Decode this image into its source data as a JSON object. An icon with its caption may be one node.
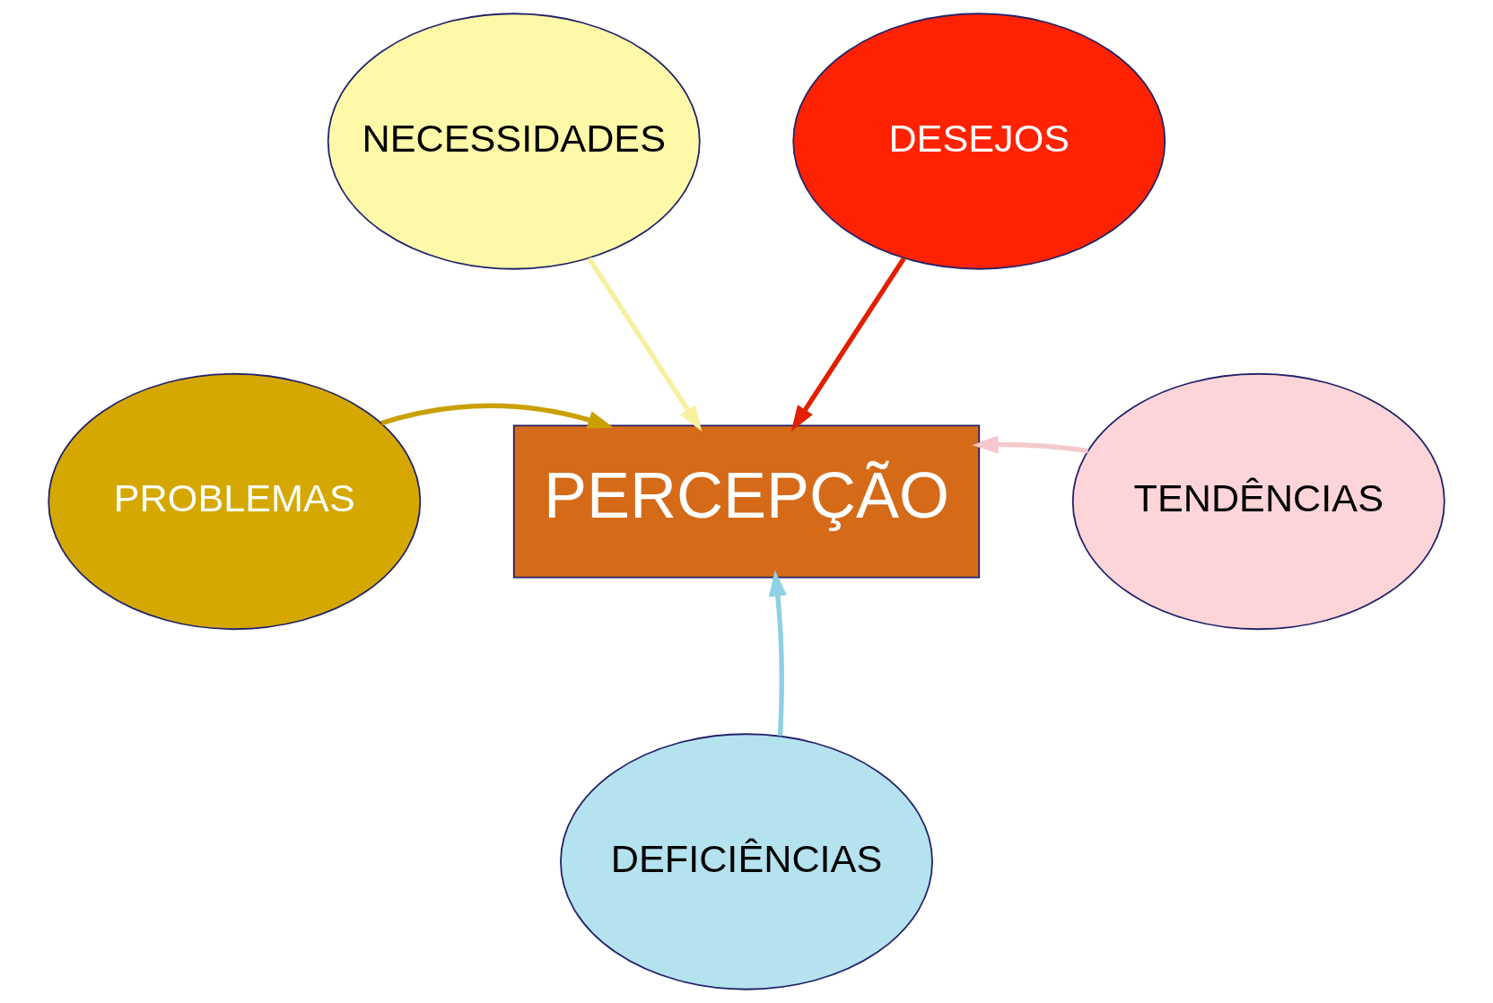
{
  "diagram": {
    "nodes": [
      {
        "text": [
          "NECESSIDADES"
        ]
      },
      {
        "text": [
          "DESEJOS"
        ]
      },
      {
        "text": [
          "PERCEPÇÃO"
        ]
      },
      {
        "text": [
          "PROBLEMAS"
        ]
      },
      {
        "text": [
          "TENDÊNCIAS"
        ]
      },
      {
        "text": [
          "DEFICIÊNCIAS"
        ]
      }
    ],
    "edges": [
      {
        "from": 0,
        "to": 2,
        "arrow": "to",
        "color": "#f7f0a0"
      },
      {
        "from": 1,
        "to": 2,
        "arrow": "to",
        "color": "#e02000"
      },
      {
        "from": 3,
        "to": 2,
        "arrow": "to",
        "color": "#c9a000"
      },
      {
        "from": 4,
        "to": 2,
        "arrow": "to",
        "color": "#f5c8cc"
      },
      {
        "from": 5,
        "to": 2,
        "arrow": "to",
        "color": "#8fd0e4"
      }
    ]
  }
}
